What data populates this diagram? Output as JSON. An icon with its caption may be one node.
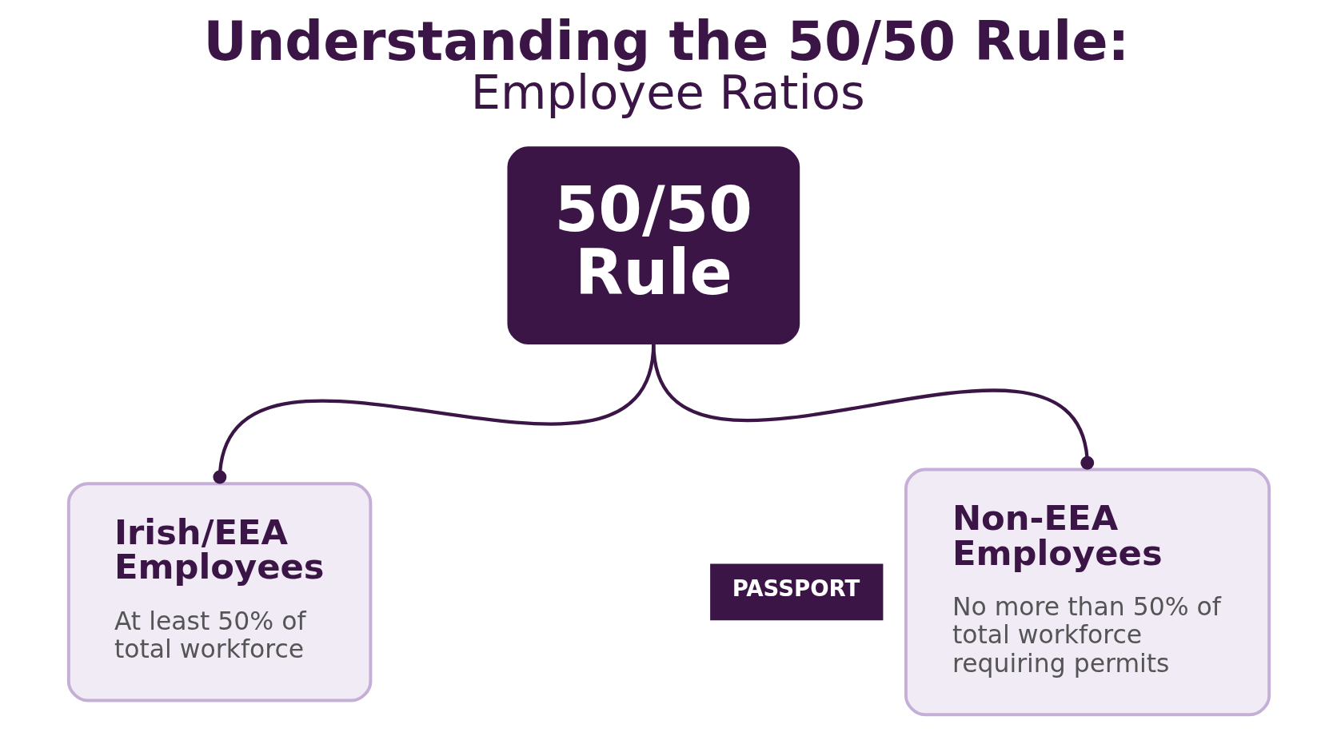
{
  "diagram": {
    "title": "Understanding the 50/50 Rule: Employee Ratios",
    "nodes": [
      {
        "text": [
          "50/50 Rule"
        ]
      },
      {
        "text": [
          "Irish/EEA Employees",
          "At least 50% of total workforce"
        ]
      },
      {
        "text": [
          "Non-EEA Employees",
          "No more than 50% of total workforce requiring permits"
        ]
      }
    ],
    "edges": [
      {
        "from": 0,
        "to": 1,
        "arrow": "other"
      },
      {
        "from": 0,
        "to": 2,
        "arrow": "other"
      }
    ],
    "labels": [
      "PASSPORT"
    ]
  }
}
